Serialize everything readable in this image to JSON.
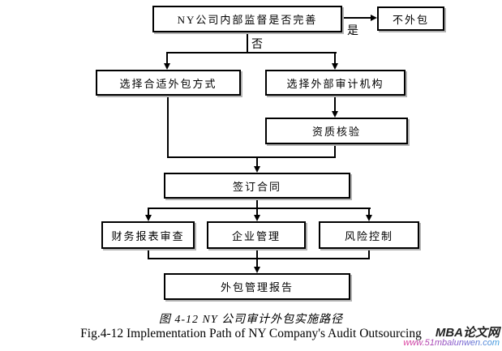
{
  "flowchart": {
    "nodes": {
      "decision": "NY公司内部监督是否完善",
      "no_outsourcing": "不外包",
      "choose_method": "选择合适外包方式",
      "choose_auditor": "选择外部审计机构",
      "qualification": "资质核验",
      "sign_contract": "签订合同",
      "financial_review": "财务报表审查",
      "enterprise_mgmt": "企业管理",
      "risk_control": "风险控制",
      "report": "外包管理报告"
    },
    "edge_labels": {
      "yes": "是",
      "no": "否"
    },
    "line_color": "#000000",
    "box_fill": "#ffffff"
  },
  "captions": {
    "zh": "图 4-12 NY 公司审计外包实施路径",
    "en": "Fig.4-12 Implementation Path of NY Company's Audit Outsourcing"
  },
  "watermark": {
    "site_name": "MBA论文网",
    "url": "www.51mbalunwen.com",
    "name_color": "#222222",
    "url_gradient": [
      "#e03a9a",
      "#8055cc",
      "#3aa0e0"
    ]
  }
}
